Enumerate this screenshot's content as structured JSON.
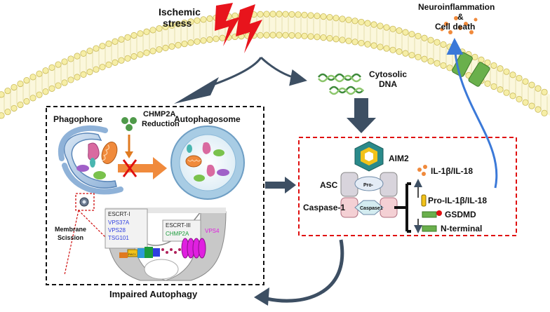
{
  "labels": {
    "ischemic_line1": "Ischemic",
    "ischemic_line2": "stress",
    "neuro_line1": "Neuroinflammation",
    "neuro_amp": "&",
    "neuro_line2": "Cell death",
    "cytosolic_line1": "Cytosolic",
    "cytosolic_line2": "DNA",
    "phagophore": "Phagophore",
    "chmp2a_line1": "CHMP2A",
    "chmp2a_line2": "Reduction",
    "autophagosome": "Autophagosome",
    "membrane_line1": "Membrane",
    "membrane_line2": "Scission",
    "escrt1_title": "ESCRT-I",
    "escrt1_items": [
      "VPS37A",
      "VPS28",
      "TSG101"
    ],
    "escrt3_title": "ESCRT-III",
    "escrt3_item": "CHMP2A",
    "vps4": "VPS4",
    "impaired": "Impaired Autophagy",
    "aim2": "AIM2",
    "asc": "ASC",
    "pro": "Pro-",
    "caspase1_inner": "Caspase1",
    "caspase1": "Caspase-1",
    "il1b": "IL-1β/IL-18",
    "pro_il1b": "Pro-IL-1β/IL-18",
    "gsdmd": "GSDMD",
    "nterminal": "N-terminal",
    "rac1": "RAC1"
  },
  "colors": {
    "membrane_head": "#f6eea6",
    "membrane_stroke": "#c9b95a",
    "lightning": "#e8141c",
    "arrow_dark": "#3d4f63",
    "arrow_blue": "#3b79d8",
    "dashed_black": "#111111",
    "dashed_red": "#e01010",
    "orange_dot": "#f08a3c",
    "green_channel": "#6ab04c",
    "escrt_blue": "#2f3fe0",
    "escrt_green": "#1c9c3c",
    "vps4_magenta": "#e020e0",
    "aim2_teal": "#2a8a8a",
    "aim2_yellow": "#f2c21a"
  }
}
